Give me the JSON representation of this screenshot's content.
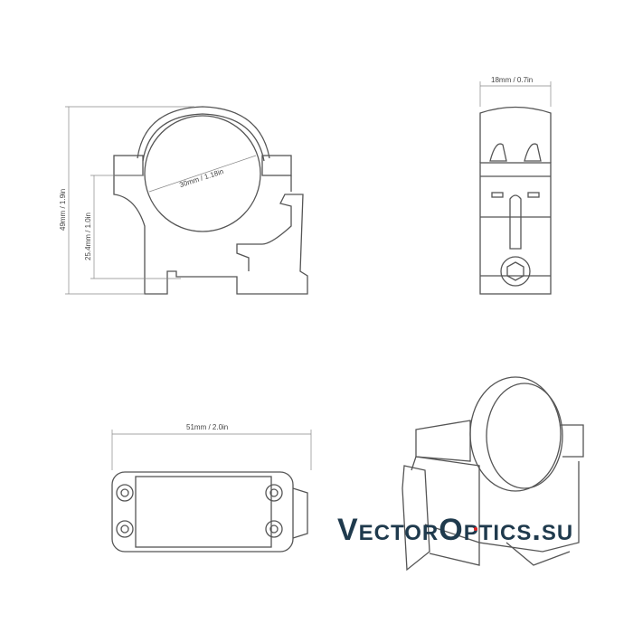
{
  "dimensions": {
    "ring_diameter": "30mm / 1.18in",
    "total_height": "49mm / 1.9in",
    "center_height": "25.4mm / 1.0in",
    "width": "18mm / 0.7in",
    "length": "51mm / 2.0in"
  },
  "watermark": {
    "text": "VectorOptics.su",
    "color": "#1f3a4d",
    "dot_color": "#e02020"
  },
  "colors": {
    "line": "#555555",
    "dimension": "#888888"
  }
}
